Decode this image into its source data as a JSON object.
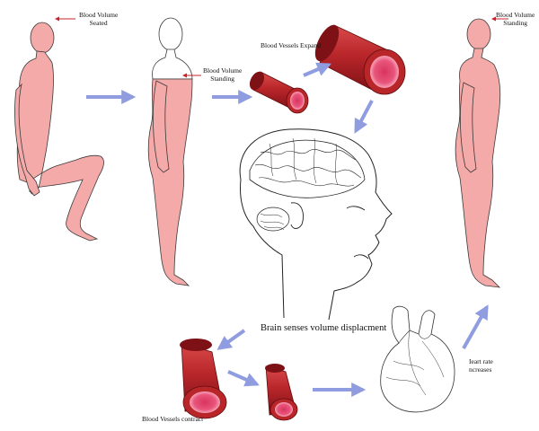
{
  "labels": {
    "seated": {
      "line1": "Blood Volume",
      "line2": "Seated"
    },
    "standing_mid": {
      "line1": "Blood Volume",
      "line2": "Standing"
    },
    "standing_right": {
      "line1": "Blood Volume",
      "line2": "Standing"
    },
    "vessels_expand": "Blood Vessels Expand",
    "brain_senses": "Brain senses volume displacment",
    "vessels_contract": "Blood Vessels contract",
    "heart_rate": {
      "line1": "Ieart rate",
      "line2": "ncreases"
    }
  },
  "colors": {
    "blood_volume": "#f4aaa8",
    "vessel_outer": "#b9262a",
    "vessel_dark": "#7e1116",
    "vessel_lumen": "#e9557c",
    "arrow": "#8f9cdf",
    "outline": "#3a3a3a",
    "label_arrow": "#c8212b"
  }
}
